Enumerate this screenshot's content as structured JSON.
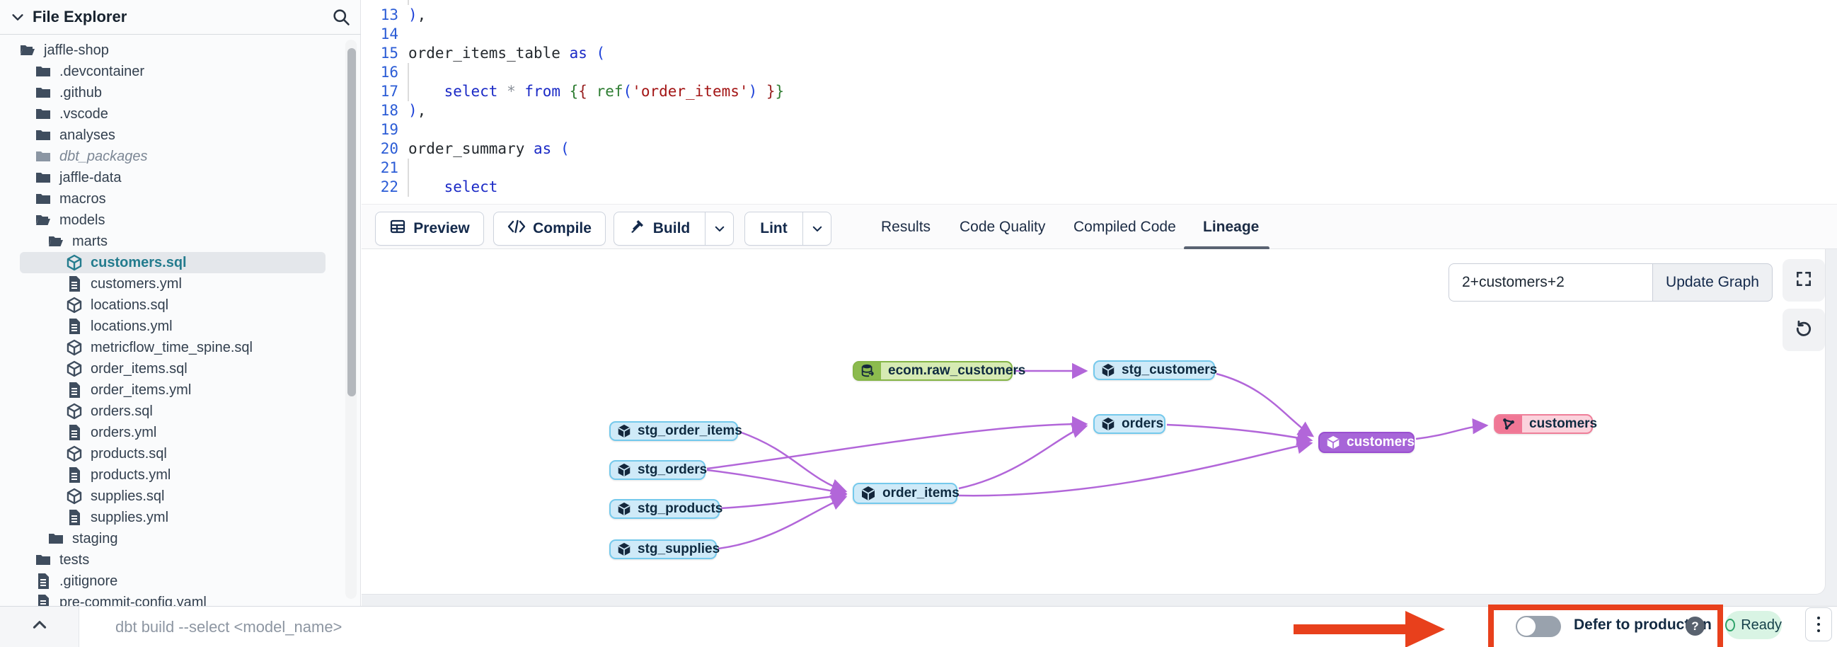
{
  "sidebar": {
    "title": "File Explorer",
    "tree": [
      {
        "name": "jaffle-shop"
      },
      {
        "name": ".devcontainer"
      },
      {
        "name": ".github"
      },
      {
        "name": ".vscode"
      },
      {
        "name": "analyses"
      },
      {
        "name": "dbt_packages"
      },
      {
        "name": "jaffle-data"
      },
      {
        "name": "macros"
      },
      {
        "name": "models"
      },
      {
        "name": "marts"
      },
      {
        "name": "customers.sql"
      },
      {
        "name": "customers.yml"
      },
      {
        "name": "locations.sql"
      },
      {
        "name": "locations.yml"
      },
      {
        "name": "metricflow_time_spine.sql"
      },
      {
        "name": "order_items.sql"
      },
      {
        "name": "order_items.yml"
      },
      {
        "name": "orders.sql"
      },
      {
        "name": "orders.yml"
      },
      {
        "name": "products.sql"
      },
      {
        "name": "products.yml"
      },
      {
        "name": "supplies.sql"
      },
      {
        "name": "supplies.yml"
      },
      {
        "name": "staging"
      },
      {
        "name": "tests"
      },
      {
        "name": ".gitignore"
      },
      {
        "name": "pre-commit-config.yaml"
      }
    ]
  },
  "editor": {
    "lines": [
      {
        "num": "13",
        "tokens": [
          {
            "t": ")"
          },
          {
            "t": ","
          }
        ]
      },
      {
        "num": "14",
        "tokens": []
      },
      {
        "num": "15",
        "tokens": [
          {
            "t": "order_items_table "
          },
          {
            "t": "as"
          },
          {
            "t": " "
          },
          {
            "t": "("
          }
        ]
      },
      {
        "num": "16",
        "tokens": []
      },
      {
        "num": "17",
        "tokens": [
          {
            "t": "    "
          },
          {
            "t": "select"
          },
          {
            "t": " "
          },
          {
            "t": "*"
          },
          {
            "t": " "
          },
          {
            "t": "from"
          },
          {
            "t": " "
          },
          {
            "t": "{"
          },
          {
            "t": "{"
          },
          {
            "t": " "
          },
          {
            "t": "ref"
          },
          {
            "t": "("
          },
          {
            "t": "'order_items'"
          },
          {
            "t": ")"
          },
          {
            "t": " "
          },
          {
            "t": "}"
          },
          {
            "t": "}"
          }
        ]
      },
      {
        "num": "18",
        "tokens": [
          {
            "t": ")"
          },
          {
            "t": ","
          }
        ]
      },
      {
        "num": "19",
        "tokens": []
      },
      {
        "num": "20",
        "tokens": [
          {
            "t": "order_summary "
          },
          {
            "t": "as"
          },
          {
            "t": " "
          },
          {
            "t": "("
          }
        ]
      },
      {
        "num": "21",
        "tokens": []
      },
      {
        "num": "22",
        "tokens": [
          {
            "t": "    "
          },
          {
            "t": "select"
          }
        ]
      }
    ]
  },
  "toolbar": {
    "preview_label": "Preview",
    "compile_label": "Compile",
    "build_label": "Build",
    "lint_label": "Lint"
  },
  "tabs": [
    {
      "label": "Results"
    },
    {
      "label": "Code Quality"
    },
    {
      "label": "Compiled Code"
    },
    {
      "label": "Lineage"
    }
  ],
  "lineage": {
    "filter_value": "2+customers+2",
    "update_button": "Update Graph",
    "nodes": [
      {
        "label": "ecom.raw_customers",
        "type": "source"
      },
      {
        "label": "stg_customers",
        "type": "model"
      },
      {
        "label": "orders",
        "type": "model"
      },
      {
        "label": "stg_order_items",
        "type": "model"
      },
      {
        "label": "stg_orders",
        "type": "model"
      },
      {
        "label": "stg_products",
        "type": "model"
      },
      {
        "label": "stg_supplies",
        "type": "model"
      },
      {
        "label": "order_items",
        "type": "model"
      },
      {
        "label": "customers",
        "type": "model-selected"
      },
      {
        "label": "customers",
        "type": "exposure"
      }
    ],
    "edges": [
      {
        "from": "ecom.raw_customers",
        "to": "stg_customers"
      },
      {
        "from": "stg_customers",
        "to": "customers"
      },
      {
        "from": "stg_order_items",
        "to": "order_items"
      },
      {
        "from": "stg_orders",
        "to": "order_items"
      },
      {
        "from": "stg_products",
        "to": "order_items"
      },
      {
        "from": "stg_supplies",
        "to": "order_items"
      },
      {
        "from": "stg_orders",
        "to": "orders"
      },
      {
        "from": "order_items",
        "to": "orders"
      },
      {
        "from": "order_items",
        "to": "customers"
      },
      {
        "from": "orders",
        "to": "customers"
      },
      {
        "from": "customers",
        "to": "customers (exposure)"
      }
    ],
    "colors": {
      "edge": "#b266d9",
      "model_fill": "#cfeaf8",
      "model_border": "#74c9ec",
      "source_fill": "#d6eab3",
      "source_border": "#85b547",
      "selected_fill": "#a765d8",
      "exposure_fill": "#fbd2dc",
      "exposure_border": "#ef7e99"
    }
  },
  "statusbar": {
    "command_placeholder": "dbt build --select <model_name>",
    "defer_label": "Defer to production",
    "help_glyph": "?",
    "ready_label": "Ready"
  }
}
